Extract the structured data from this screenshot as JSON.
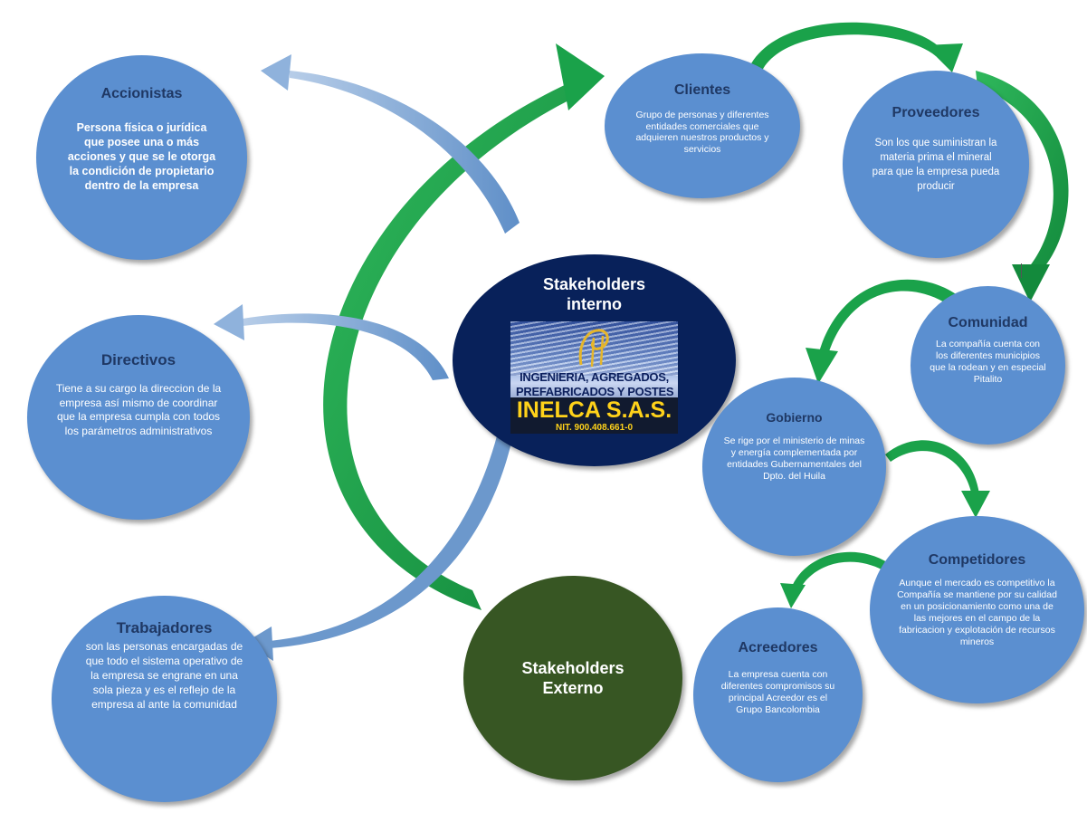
{
  "hubs": {
    "internal": "Stakeholders\ninterno",
    "external": "Stakeholders\nExterno",
    "logo": {
      "line1": "INGENIERIA, AGREGADOS,",
      "line2": "PREFABRICADOS Y POSTES",
      "name": "INELCA S.A.S.",
      "nit": "NIT. 900.408.661-0"
    }
  },
  "stakeholders": {
    "accionistas": {
      "title": "Accionistas",
      "desc": "Persona física o jurídica que posee una o más acciones y que se le otorga la condición de propietario dentro de la empresa"
    },
    "directivos": {
      "title": "Directivos",
      "desc": "Tiene a su cargo la direccion de la empresa así mismo de coordinar que la empresa cumpla con todos los parámetros administrativos"
    },
    "trabajadores": {
      "title": "Trabajadores",
      "desc": "son las personas encargadas de que todo el sistema operativo de la empresa se engrane en una sola pieza y es el reflejo de la empresa al ante la comunidad"
    },
    "clientes": {
      "title": "Clientes",
      "desc": "Grupo de personas y diferentes entidades comerciales que adquieren nuestros productos y servicios"
    },
    "proveedores": {
      "title": "Proveedores",
      "desc": "Son los que suministran la materia prima el mineral para que la empresa pueda producir"
    },
    "comunidad": {
      "title": "Comunidad",
      "desc": "La compañía cuenta con los diferentes municipios que la rodean y en especial Pitalito"
    },
    "gobierno": {
      "title": "Gobierno",
      "desc": "Se rige por el ministerio de minas y energía complementada  por entidades Gubernamentales del Dpto. del Huila"
    },
    "competidores": {
      "title": "Competidores",
      "desc": "Aunque el mercado es competitivo la Compañía se mantiene por su calidad en un posicionamiento como una de las mejores en el campo de la fabricacion y explotación de recursos mineros"
    },
    "acreedores": {
      "title": "Acreedores",
      "desc": "La empresa cuenta con diferentes compromisos su principal Acreedor es el Grupo Bancolombia"
    }
  },
  "colors": {
    "node_fill": "#5b8fd0",
    "node_title": "#1f3864",
    "internal_hub": "#08215a",
    "external_hub": "#375623",
    "green_arrow": "#1aa24a",
    "blue_arrow": "#6c98cc"
  }
}
